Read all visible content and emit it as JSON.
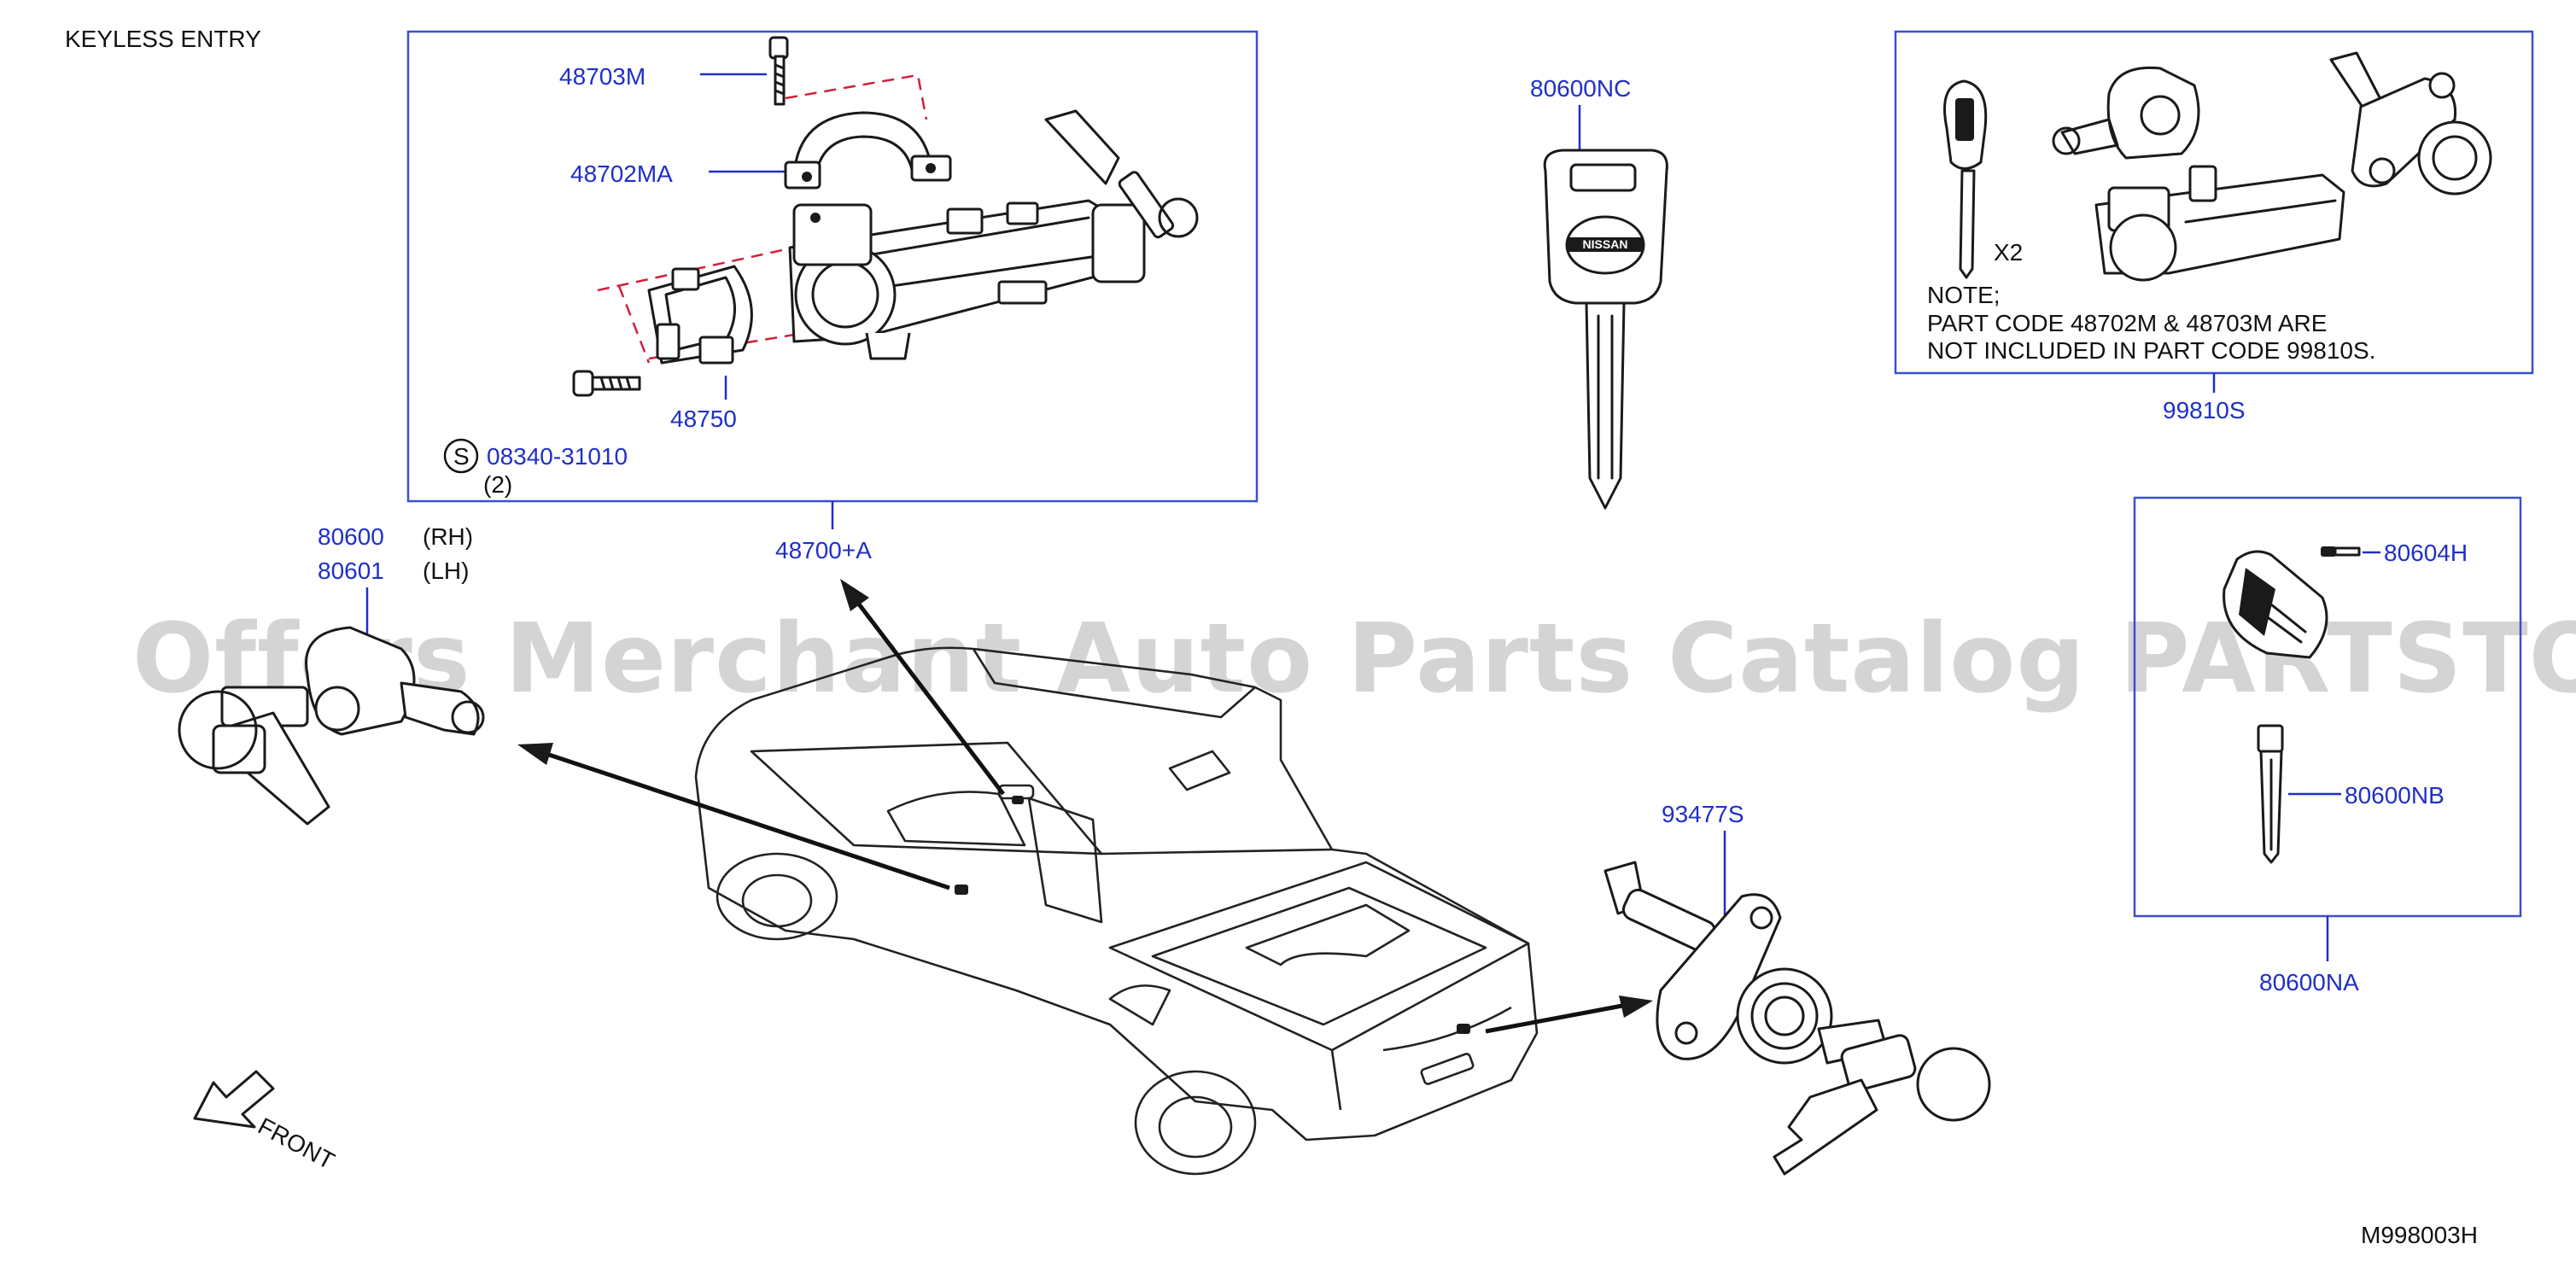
{
  "title": "KEYLESS   ENTRY",
  "diagram_code": "M998003H",
  "watermark": "Offers Merchant Auto Parts Catalog PARTSTORE.SA",
  "front_label": "FRONT",
  "colors": {
    "part_number": "#1f2fc8",
    "frame": "#3a4fd0",
    "dashed_line": "#d0203a",
    "watermark": "#c8c8c8"
  },
  "ignition_box": {
    "labels": [
      "48703M",
      "48702MA",
      "48750"
    ],
    "service_symbol": "S",
    "screw_part": "08340-31010",
    "screw_qty": "(2)",
    "assembly_label": "48700+A"
  },
  "door_lock": {
    "rh_part": "80600",
    "rh_side": "(RH)",
    "lh_part": "80601",
    "lh_side": "(LH)"
  },
  "key_blank": {
    "label": "80600NC",
    "logo": "NISSAN"
  },
  "kit_box": {
    "qty": "X2",
    "note_title": "NOTE;",
    "note_line1": "PART   CODE   48702M   &   48703M   ARE",
    "note_line2": "NOT   INCLUDED   IN   PART   CODE   99810S.",
    "label": "99810S"
  },
  "fob_box": {
    "screw_label": "80604H",
    "blade_label": "80600NB",
    "label": "80600NA"
  },
  "tailgate": {
    "label": "93477S"
  }
}
